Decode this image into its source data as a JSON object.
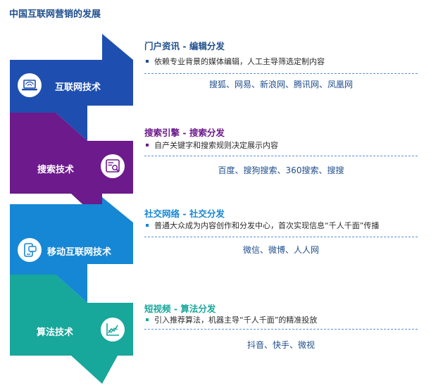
{
  "title": "中国互联网营销的发展",
  "stages": [
    {
      "label": "互联网技术",
      "icon": "laptop-icon",
      "color": "#1e4fb0",
      "heading": "门户资讯 - 编辑分发",
      "heading_color": "#1f4e8c",
      "desc": "依赖专业背景的媒体编辑，人工主导筛选定制内容",
      "examples": "搜狐、网易、新浪网、腾讯网、凤凰网"
    },
    {
      "label": "搜索技术",
      "icon": "search-page-icon",
      "color": "#6c1a8c",
      "heading": "搜索引擎 - 搜索分发",
      "heading_color": "#6c1a8c",
      "desc": "自产关键字和搜索规则决定展示内容",
      "examples": "百度、搜狗搜索、360搜索、搜搜"
    },
    {
      "label": "移动互联网技术",
      "icon": "mobile-chat-icon",
      "color": "#1687d4",
      "heading": "社交网络 - 社交分发",
      "heading_color": "#1687d4",
      "desc": "普通大众成为内容创作和分发中心，首次实现信息“千人千面”传播",
      "examples": "微信、微博、人人网"
    },
    {
      "label": "算法技术",
      "icon": "analytics-chart-icon",
      "color": "#17a79b",
      "heading": "短视频 - 算法分发",
      "heading_color": "#17a79b",
      "desc": "引入推荐算法，机器主导“千人千面”的精准投放",
      "examples": "抖音、快手、微视"
    }
  ]
}
